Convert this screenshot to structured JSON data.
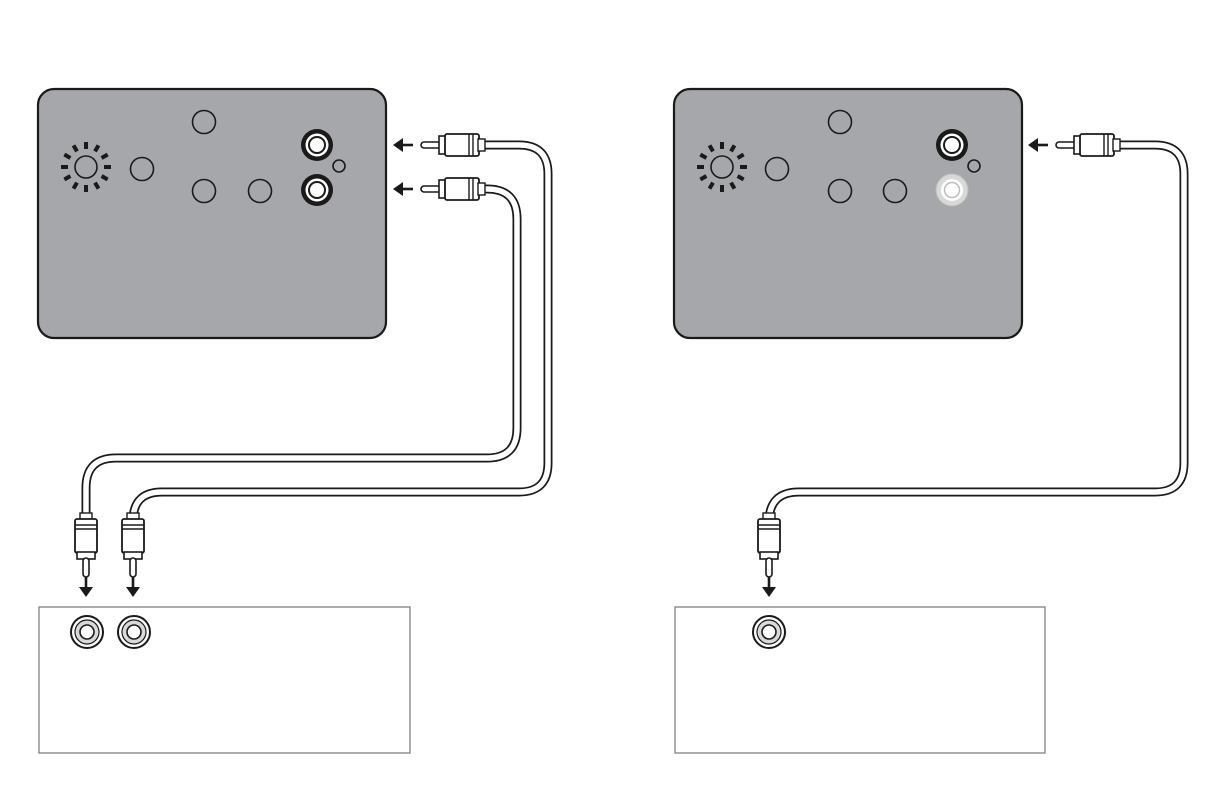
{
  "colors": {
    "panel_fill": "#a6a7aa",
    "outline": "#1a1a1a",
    "jack_ring": "#ffffff",
    "jack_unused_ring": "#d8d8d8",
    "connector_fill": "#ffffff",
    "cable_fill": "#ffffff",
    "receiver_border": "#777777",
    "background": "#ffffff"
  },
  "icons": {
    "speaker_grille": "speaker-grille-icon",
    "arrow": "arrow-icon",
    "rca_plug": "rca-plug-icon"
  },
  "diagrams": [
    {
      "name": "stereo-connection",
      "cable_count": 2
    },
    {
      "name": "mono-connection",
      "cable_count": 1
    }
  ]
}
